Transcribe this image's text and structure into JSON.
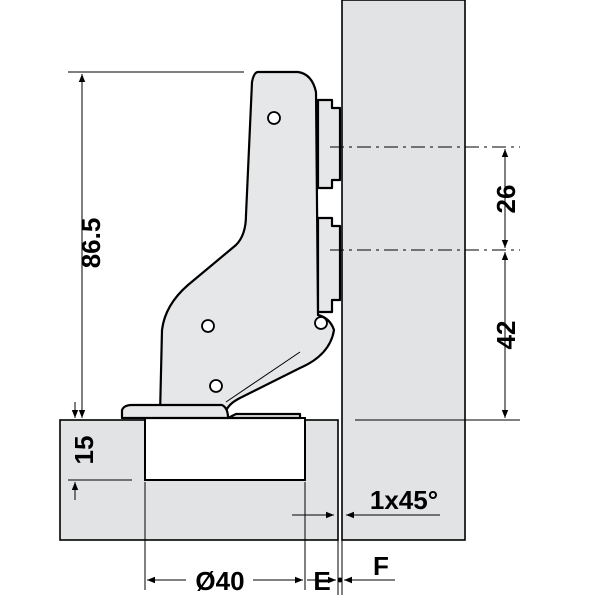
{
  "dimensions": {
    "overall_height": "86.5",
    "spacing_upper": "26",
    "spacing_lower": "42",
    "cup_depth": "15",
    "cup_diameter": "Ø40",
    "chamfer": "1x45°",
    "edge_e": "E",
    "edge_f": "F"
  },
  "colors": {
    "panel": "#e2e3e5",
    "hinge": "#e6e7e9",
    "line": "#000000"
  }
}
